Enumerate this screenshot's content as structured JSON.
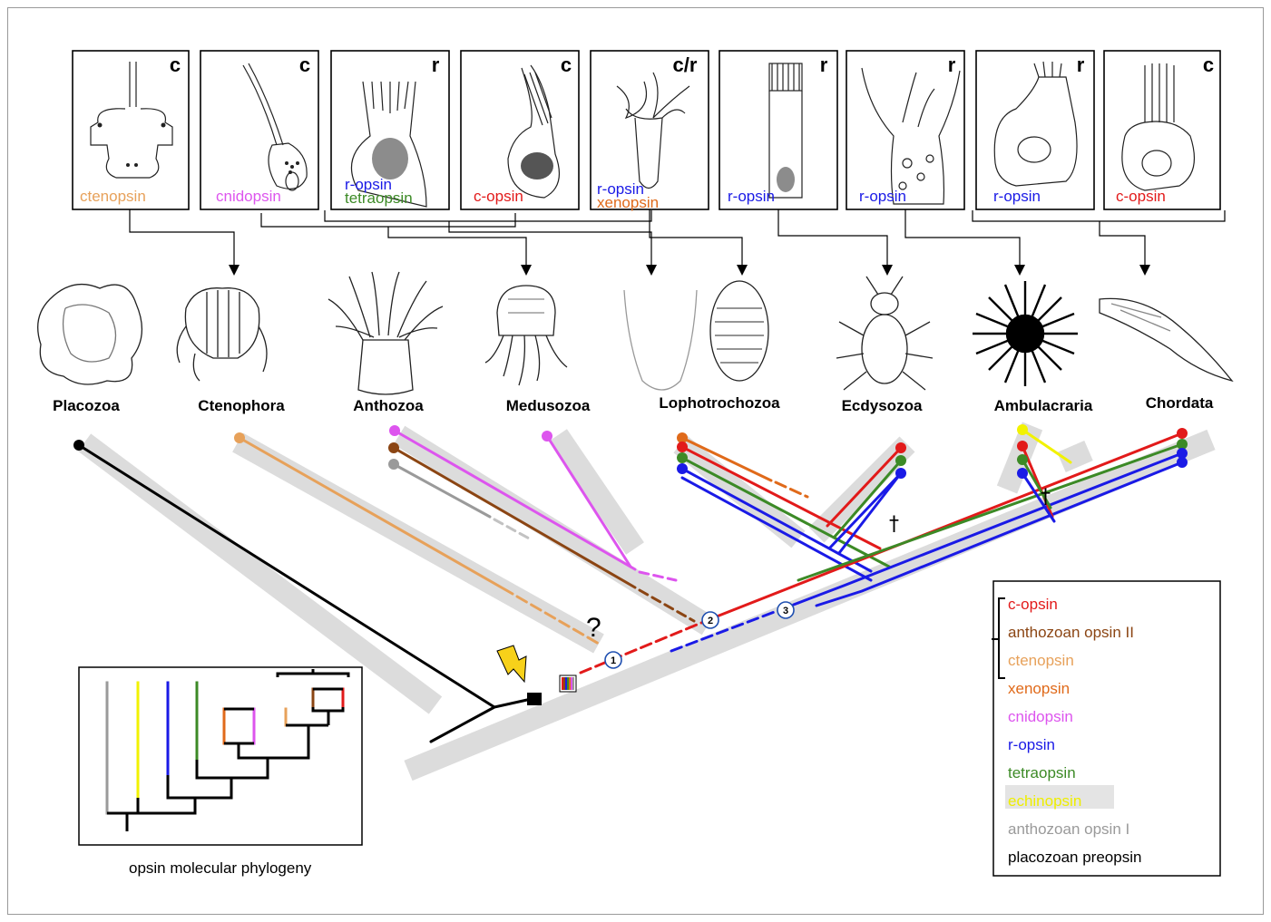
{
  "panels": [
    {
      "type": "c",
      "opsins": [
        {
          "label": "ctenopsin",
          "color": "#e7a15a"
        }
      ]
    },
    {
      "type": "c",
      "opsins": [
        {
          "label": "cnidopsin",
          "color": "#dd55ee"
        }
      ]
    },
    {
      "type": "r",
      "opsins": [
        {
          "label": "r-opsin",
          "color": "#1a1ae6"
        },
        {
          "label": "tetraopsin",
          "color": "#3c8a26"
        }
      ]
    },
    {
      "type": "c",
      "opsins": [
        {
          "label": "c-opsin",
          "color": "#e21a1a"
        }
      ]
    },
    {
      "type": "c/r",
      "opsins": [
        {
          "label": "r-opsin",
          "color": "#1a1ae6"
        },
        {
          "label": "xenopsin",
          "color": "#e06a1a"
        }
      ]
    },
    {
      "type": "r",
      "opsins": [
        {
          "label": "r-opsin",
          "color": "#1a1ae6"
        }
      ]
    },
    {
      "type": "r",
      "opsins": [
        {
          "label": "r-opsin",
          "color": "#1a1ae6"
        }
      ]
    },
    {
      "type": "r",
      "opsins": [
        {
          "label": "r-opsin",
          "color": "#1a1ae6"
        }
      ]
    },
    {
      "type": "c",
      "opsins": [
        {
          "label": "c-opsin",
          "color": "#e21a1a"
        }
      ]
    }
  ],
  "taxa": [
    "Placozoa",
    "Ctenophora",
    "Anthozoa",
    "Medusozoa",
    "Lophotrochozoa",
    "Ecdysozoa",
    "Ambulacraria",
    "Chordata"
  ],
  "annotations": {
    "question": "?",
    "dagger": "†",
    "nodes": [
      "1",
      "2",
      "3"
    ]
  },
  "legend": [
    {
      "label": "c-opsin",
      "color": "#e21a1a"
    },
    {
      "label": "anthozoan opsin II",
      "color": "#8b4513"
    },
    {
      "label": "ctenopsin",
      "color": "#e7a15a"
    },
    {
      "label": "xenopsin",
      "color": "#e06a1a"
    },
    {
      "label": "cnidopsin",
      "color": "#dd55ee"
    },
    {
      "label": "r-opsin",
      "color": "#1a1ae6"
    },
    {
      "label": "tetraopsin",
      "color": "#3c8a26"
    },
    {
      "label": "echinopsin",
      "color": "#f2f200"
    },
    {
      "label": "anthozoan opsin I",
      "color": "#9a9a9a"
    },
    {
      "label": "placozoan preopsin",
      "color": "#000000"
    }
  ],
  "inset": {
    "caption": "opsin molecular phylogeny",
    "tip_colors": [
      "#9a9a9a",
      "#f2f200",
      "#1a1ae6",
      "#3c8a26",
      "#e06a1a",
      "#dd55ee",
      "#e7a15a",
      "#8b4513",
      "#e21a1a"
    ]
  }
}
